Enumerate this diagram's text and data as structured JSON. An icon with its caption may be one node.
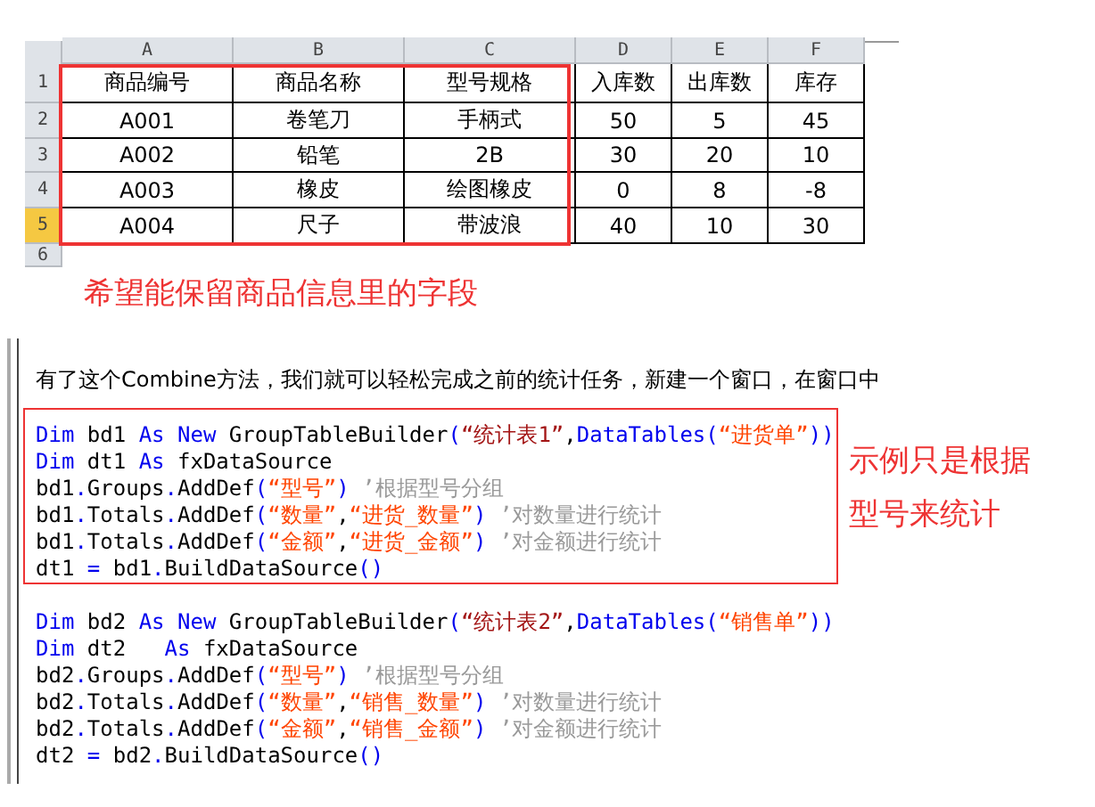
{
  "diagram": {
    "labels": [
      "A",
      "B",
      "C",
      "D",
      "E",
      "F",
      "1",
      "商品编号",
      "商品名称",
      "型号规格",
      "入库数",
      "出库数",
      "库存",
      "2",
      "A001",
      "卷笔刀",
      "手柄式",
      "50",
      "5",
      "45",
      "3",
      "A002",
      "铅笔",
      "2B",
      "30",
      "20",
      "10",
      "4",
      "A003",
      "橡皮",
      "绘图橡皮",
      "0",
      "8",
      "-8",
      "5",
      "A004",
      "尺子",
      "带波浪",
      "40",
      "10",
      "30",
      "6",
      "希望能保留商品信息里的字段",
      "有了这个Combine方法，我们就可以轻松完成之前的统计任务，新建一个窗口，在窗口中",
      "Dim bd1 As New GroupTableBuilder(“统计表1”,DataTables(“进货单”))",
      "Dim dt1 As fxDataSource",
      "bd1.Groups.AddDef(“型号”) ’根据型号分组",
      "bd1.Totals.AddDef(“数量”,“进货_数量”) ’对数量进行统计",
      "bd1.Totals.AddDef(“金额”,“进货_金额”) ’对金额进行统计",
      "dt1 = bd1.BuildDataSource()",
      "示例只是根据型号来统计",
      "Dim bd2 As New GroupTableBuilder(“统计表2”,DataTables(“销售单”))",
      "Dim dt2   As fxDataSource",
      "bd2.Groups.AddDef(“型号”) ’根据型号分组",
      "bd2.Totals.AddDef(“数量”,“销售_数量”) ’对数量进行统计",
      "bd2.Totals.AddDef(“金额”,“销售_金额”) ’对金额进行统计",
      "dt2 = bd2.BuildDataSource()"
    ]
  }
}
